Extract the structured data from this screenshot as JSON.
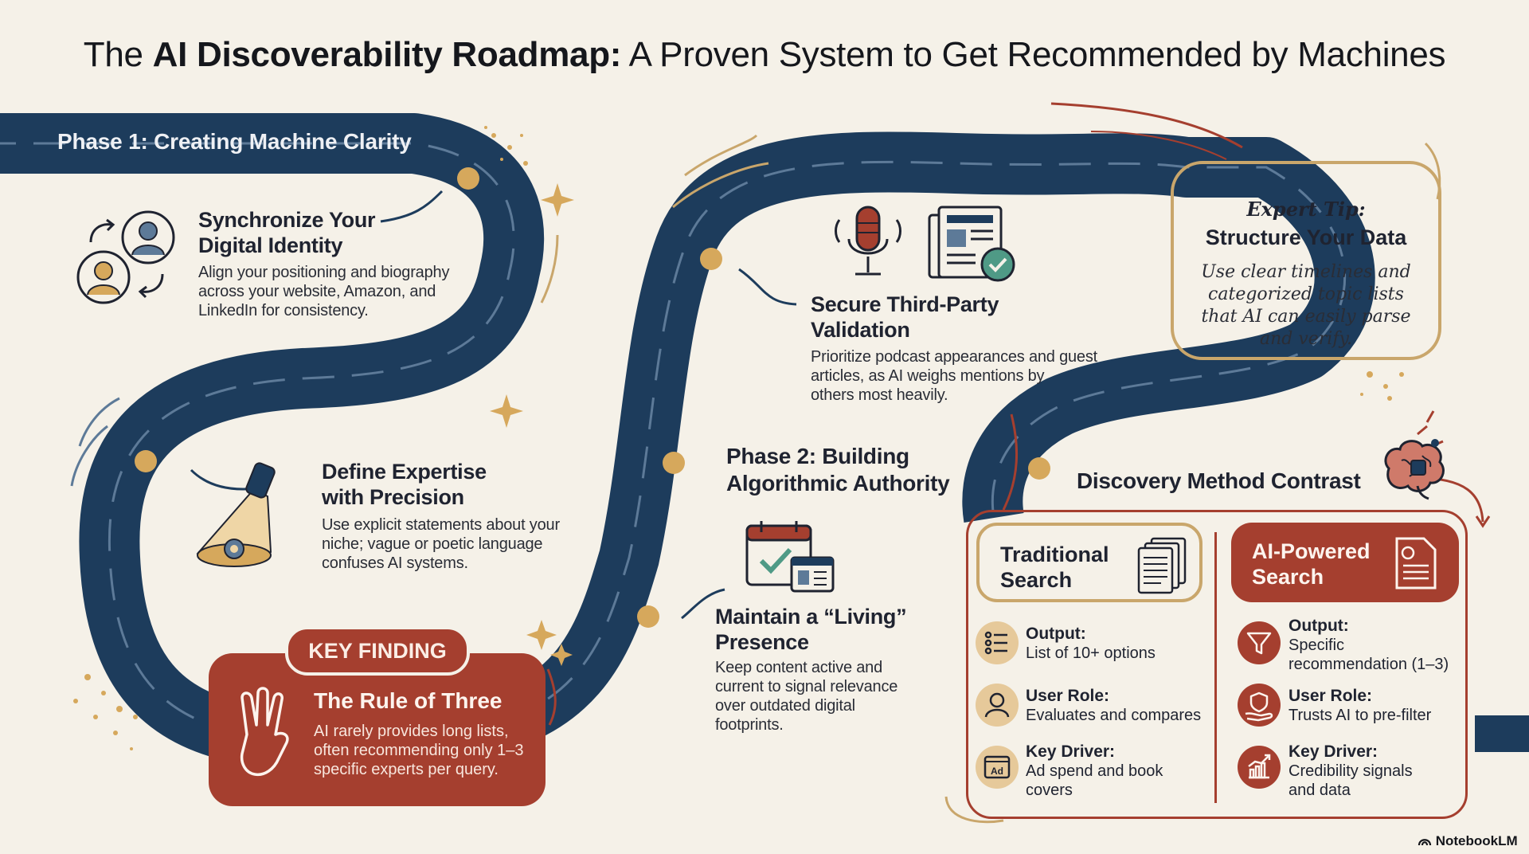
{
  "title": {
    "prefix": "The",
    "bold": "AI Discoverability Roadmap:",
    "rest": "A Proven System to Get Recommended by Machines"
  },
  "phase1": {
    "label": "Phase 1: Creating Machine Clarity"
  },
  "phase2": {
    "line1": "Phase 2: Building",
    "line2": "Algorithmic Authority"
  },
  "steps": [
    {
      "head1": "Synchronize Your",
      "head2": "Digital Identity",
      "body1": "Align your positioning and biography",
      "body2": "across your website, Amazon, and",
      "body3": "LinkedIn for consistency."
    },
    {
      "head1": "Define Expertise",
      "head2": "with Precision",
      "body1": "Use explicit statements about your",
      "body2": "niche; vague or poetic language",
      "body3": "confuses AI systems."
    },
    {
      "head1": "Secure Third-Party",
      "head2": "Validation",
      "body1": "Prioritize podcast appearances and guest",
      "body2": "articles, as AI weighs mentions by",
      "body3": "others most heavily."
    },
    {
      "head1": "Maintain a “Living”",
      "head2": "Presence",
      "body1": "Keep content active and",
      "body2": "current to signal relevance",
      "body3": "over outdated digital",
      "body4": "footprints."
    }
  ],
  "key_finding": {
    "tab": "KEY FINDING",
    "head": "The Rule of Three",
    "body1": "AI rarely provides long lists,",
    "body2": "often recommending only 1–3",
    "body3": "specific experts per query."
  },
  "expert_tip": {
    "label": "Expert Tip:",
    "head": "Structure Your Data",
    "body1": "Use clear timelines and",
    "body2": "categorized topic lists",
    "body3": "that AI can easily parse",
    "body4": "and verify."
  },
  "contrast": {
    "title": "Discovery Method Contrast",
    "traditional": {
      "label1": "Traditional",
      "label2": "Search",
      "rows": [
        {
          "key": "Output:",
          "val1": "List of 10+ options",
          "val2": ""
        },
        {
          "key": "User Role:",
          "val1": "Evaluates and compares",
          "val2": ""
        },
        {
          "key": "Key Driver:",
          "val1": "Ad spend and book",
          "val2": "covers"
        }
      ]
    },
    "ai": {
      "label1": "AI-Powered",
      "label2": "Search",
      "rows": [
        {
          "key": "Output:",
          "val1": "Specific",
          "val2": "recommendation (1–3)"
        },
        {
          "key": "User Role:",
          "val1": "Trusts AI to pre-filter",
          "val2": ""
        },
        {
          "key": "Key Driver:",
          "val1": "Credibility signals",
          "val2": "and data"
        }
      ]
    },
    "ad_icon_text": "Ad"
  },
  "brand": "NotebookLM",
  "colors": {
    "road": "#1d3c5c",
    "accent_red": "#a53f2f",
    "gold": "#c9a66b",
    "background": "#f5f1e8",
    "dot": "#d6a85c"
  },
  "icons": [
    "people-sync-icon",
    "spotlight-gear-icon",
    "microphone-icon",
    "newspaper-check-icon",
    "calendar-check-icon",
    "hand-three-icon",
    "brain-icon",
    "documents-icon",
    "document-icon",
    "list-icon",
    "person-icon",
    "ad-icon",
    "funnel-icon",
    "hand-shield-icon",
    "chart-icon",
    "notebook-logo-icon"
  ]
}
